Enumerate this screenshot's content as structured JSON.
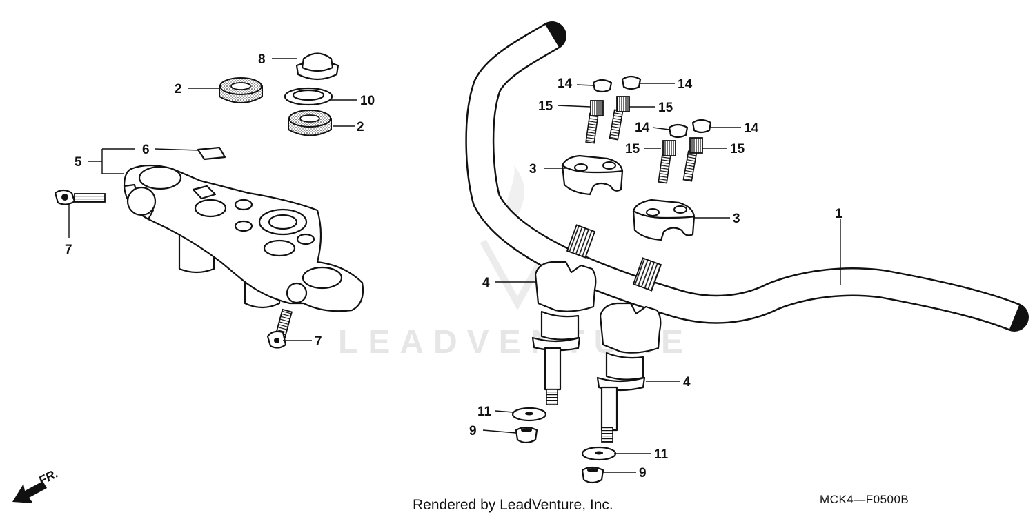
{
  "diagram": {
    "watermark": "LEADVENTURE",
    "footer_credit": "Rendered by LeadVenture, Inc.",
    "diagram_code": "MCK4—F0500B",
    "front_indicator": "FR.",
    "callouts": {
      "c1": "1",
      "c2a": "2",
      "c2b": "2",
      "c3a": "3",
      "c3b": "3",
      "c4a": "4",
      "c4b": "4",
      "c5": "5",
      "c6": "6",
      "c7a": "7",
      "c7b": "7",
      "c8": "8",
      "c9a": "9",
      "c9b": "9",
      "c10": "10",
      "c11a": "11",
      "c11b": "11",
      "c14a": "14",
      "c14b": "14",
      "c14c": "14",
      "c14d": "14",
      "c15a": "15",
      "c15b": "15",
      "c15c": "15",
      "c15d": "15"
    }
  }
}
